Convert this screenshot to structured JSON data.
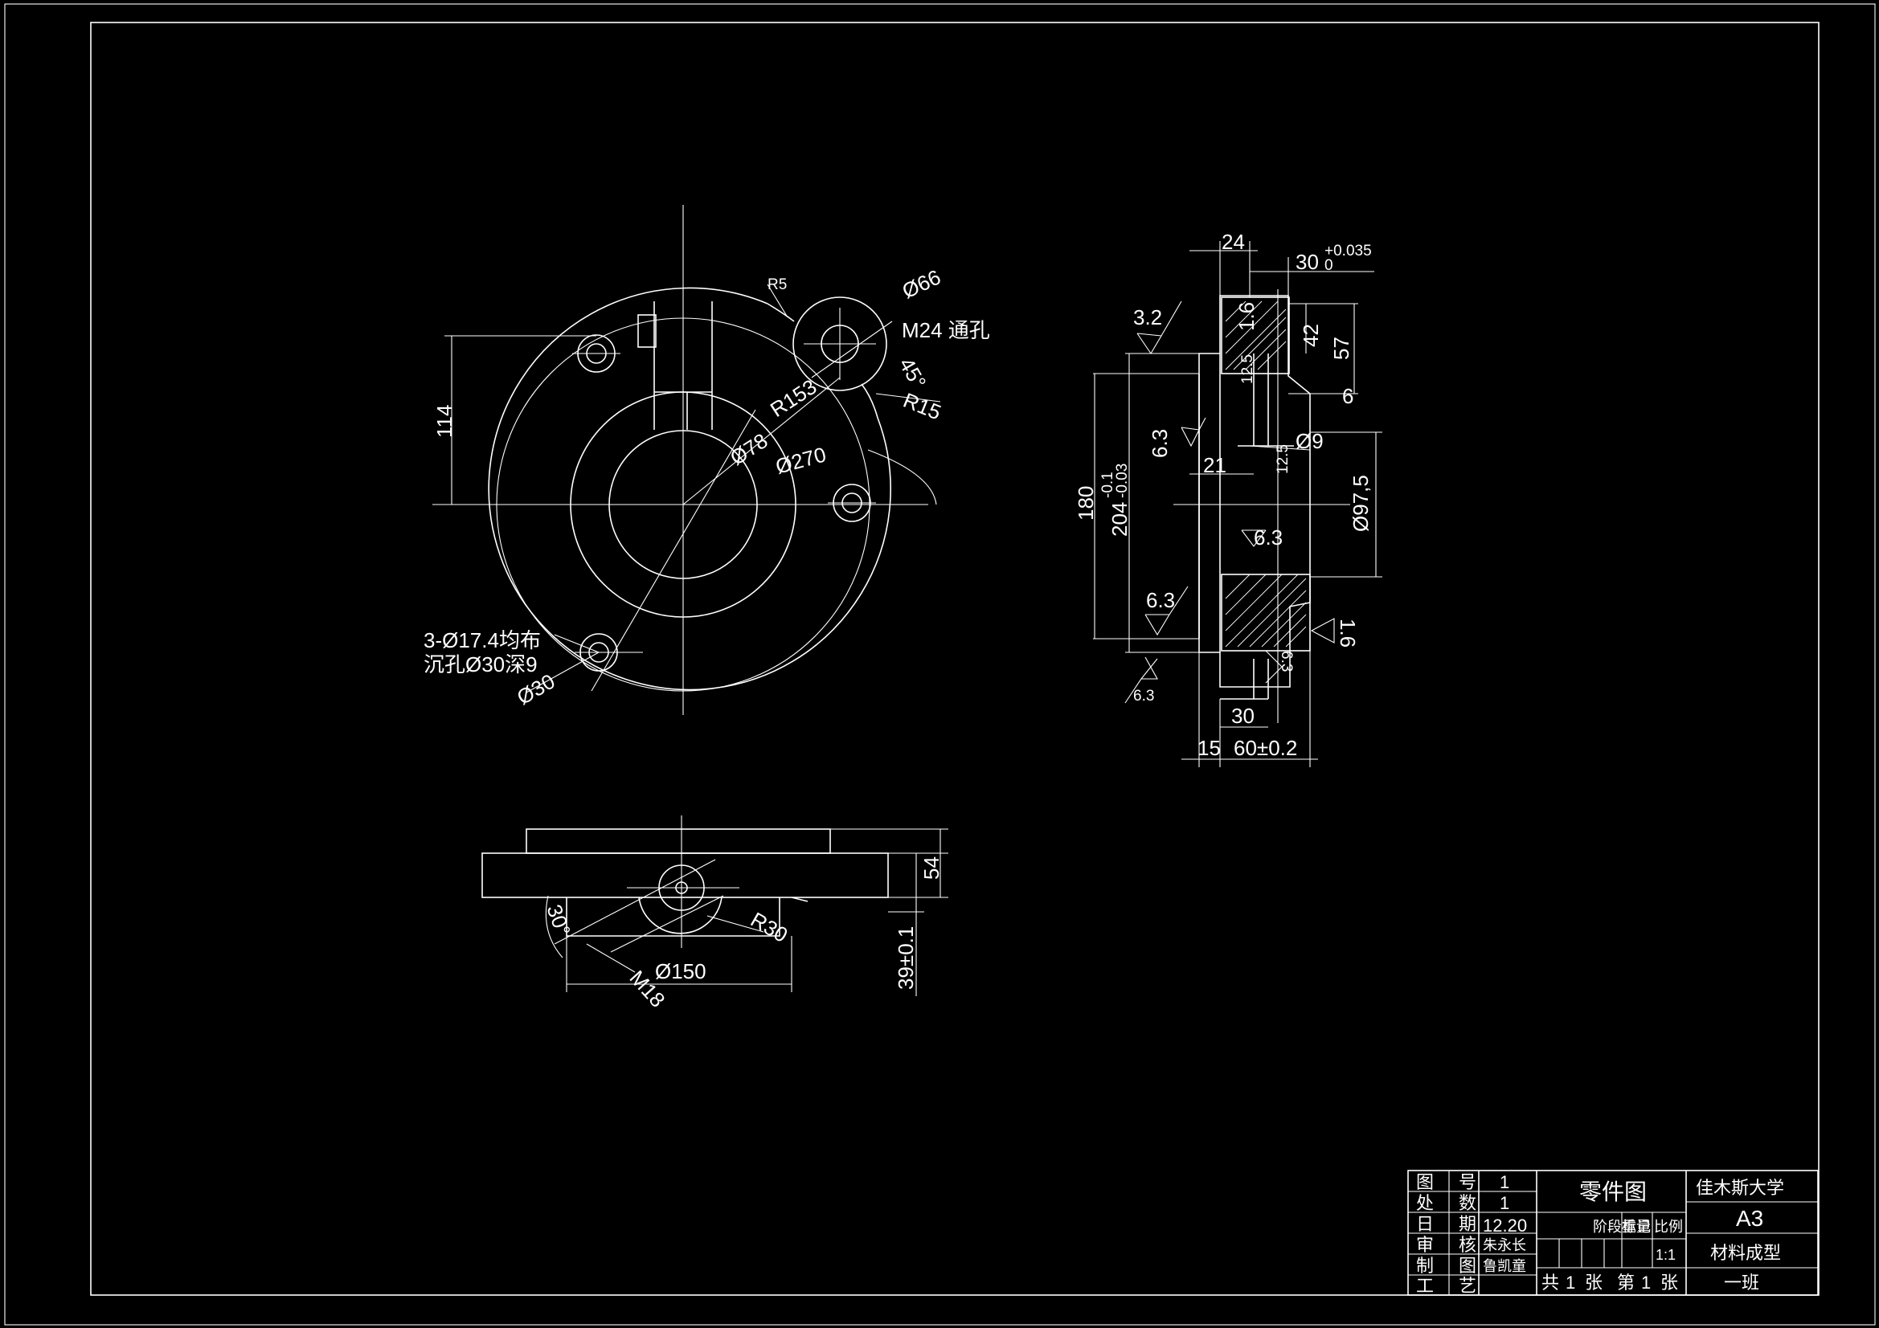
{
  "colors": {
    "background": "#000000",
    "lines": "#ffffff"
  },
  "top_view": {
    "r5": "R5",
    "d66": "Ø66",
    "m24": "M24 通孔",
    "a45": "45°",
    "r153": "R153",
    "r15": "R15",
    "d78": "Ø78",
    "d270": "Ø270",
    "h114": "114",
    "holes_1": "3-Ø17.4均布",
    "holes_2": "沉孔Ø30深9",
    "d30": "Ø30"
  },
  "section_view": {
    "w24": "24",
    "w30": "30",
    "tol_upper": "+0.035",
    "tol_lower": "0",
    "rough32": "3.2",
    "rough16a": "1.6",
    "dim125a": "12.5",
    "h42": "42",
    "h57": "57",
    "h6": "6",
    "d9": "Ø9",
    "dim125b": "12.5",
    "rough63a": "6.3",
    "w21": "21",
    "h180": "180",
    "h204": "204",
    "tol204_upper": "-0.1",
    "tol204_lower": "-0.03",
    "d975": "Ø97,5",
    "rough63b": "6.3",
    "rough63c": "6.3",
    "rough16b": "1.6",
    "rough63d": "6.3",
    "rough63e": "6.3",
    "w30b": "30",
    "w15": "15",
    "w60": "60±0.2"
  },
  "front_view": {
    "h54": "54",
    "h39": "39±0.1",
    "a30": "30°",
    "r30": "R30",
    "m18": "M18",
    "d150": "Ø150"
  },
  "title_block": {
    "l1a": "图",
    "l1b": "号",
    "v1": "1",
    "l2a": "处",
    "l2b": "数",
    "v2": "1",
    "l3a": "日",
    "l3b": "期",
    "v3": "12.20",
    "l4a": "审",
    "l4b": "核",
    "v4": "朱永长",
    "l5a": "制",
    "l5b": "图",
    "v5": "鲁凯童",
    "l6a": "工",
    "l6b": "艺",
    "part_name": "零件图",
    "stage_label": "阶段标记",
    "weight_label": "重量",
    "scale_label": "比例",
    "scale_value": "1:1",
    "sheets_total_pre": "共",
    "sheets_total": "1",
    "sheets_unit_a": "张",
    "sheet_no_pre": "第",
    "sheet_no": "1",
    "sheets_unit_b": "张",
    "school": "佳木斯大学",
    "paper": "A3",
    "dept": "材料成型",
    "class": "一班"
  }
}
